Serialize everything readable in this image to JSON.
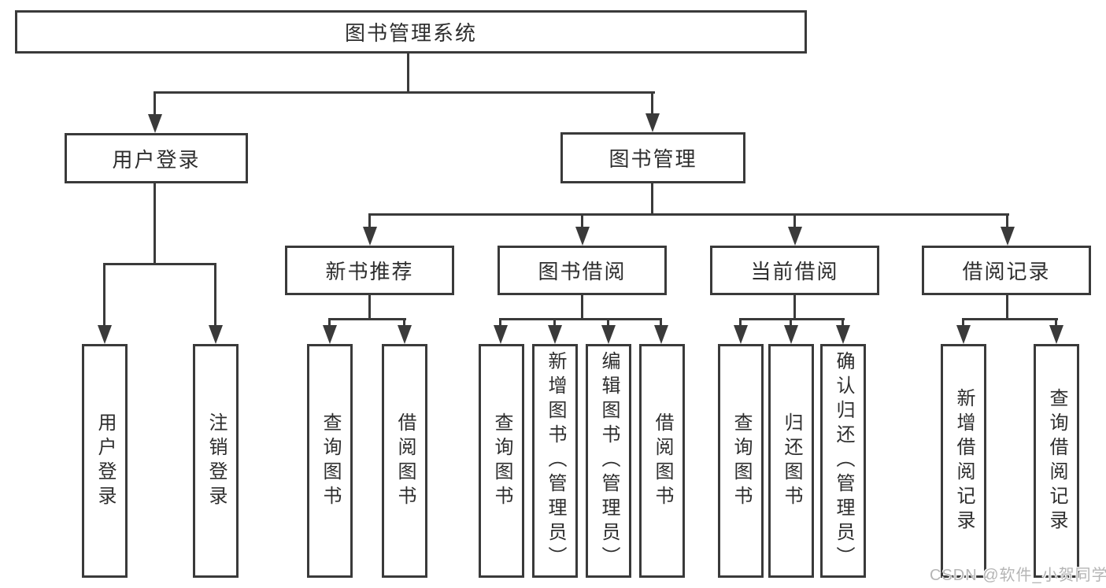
{
  "colors": {
    "line": "#3a3a3a",
    "text": "#2e2e2e",
    "watermark": "#b5b5b5",
    "bg": "#ffffff"
  },
  "watermark": {
    "text": "CSDN @软件_小贺同学"
  },
  "nodes": {
    "root": {
      "label": "图书管理系统"
    },
    "userLogin": {
      "label": "用户登录"
    },
    "bookManagement": {
      "label": "图书管理"
    },
    "newBookRecommend": {
      "label": "新书推荐"
    },
    "bookBorrow": {
      "label": "图书借阅"
    },
    "currentBorrow": {
      "label": "当前借阅"
    },
    "borrowRecords": {
      "label": "借阅记录"
    },
    "leafUserLogin": {
      "label": "用户登录"
    },
    "leafLogout": {
      "label": "注销登录"
    },
    "leafQueryBooksA": {
      "label": "查询图书"
    },
    "leafBorrowBooksA": {
      "label": "借阅图书"
    },
    "leafQueryBooksB": {
      "label": "查询图书"
    },
    "leafAddBooks": {
      "label": "新增图书（管理员）"
    },
    "leafEditBooks": {
      "label": "编辑图书（管理员）"
    },
    "leafBorrowBooksB": {
      "label": "借阅图书"
    },
    "leafQueryBooksC": {
      "label": "查询图书"
    },
    "leafReturnBooks": {
      "label": "归还图书"
    },
    "leafConfirmReturn": {
      "label": "确认归还（管理员）"
    },
    "leafAddBorrowRecord": {
      "label": "新增借阅记录"
    },
    "leafQueryBorrowRecord": {
      "label": "查询借阅记录"
    }
  }
}
